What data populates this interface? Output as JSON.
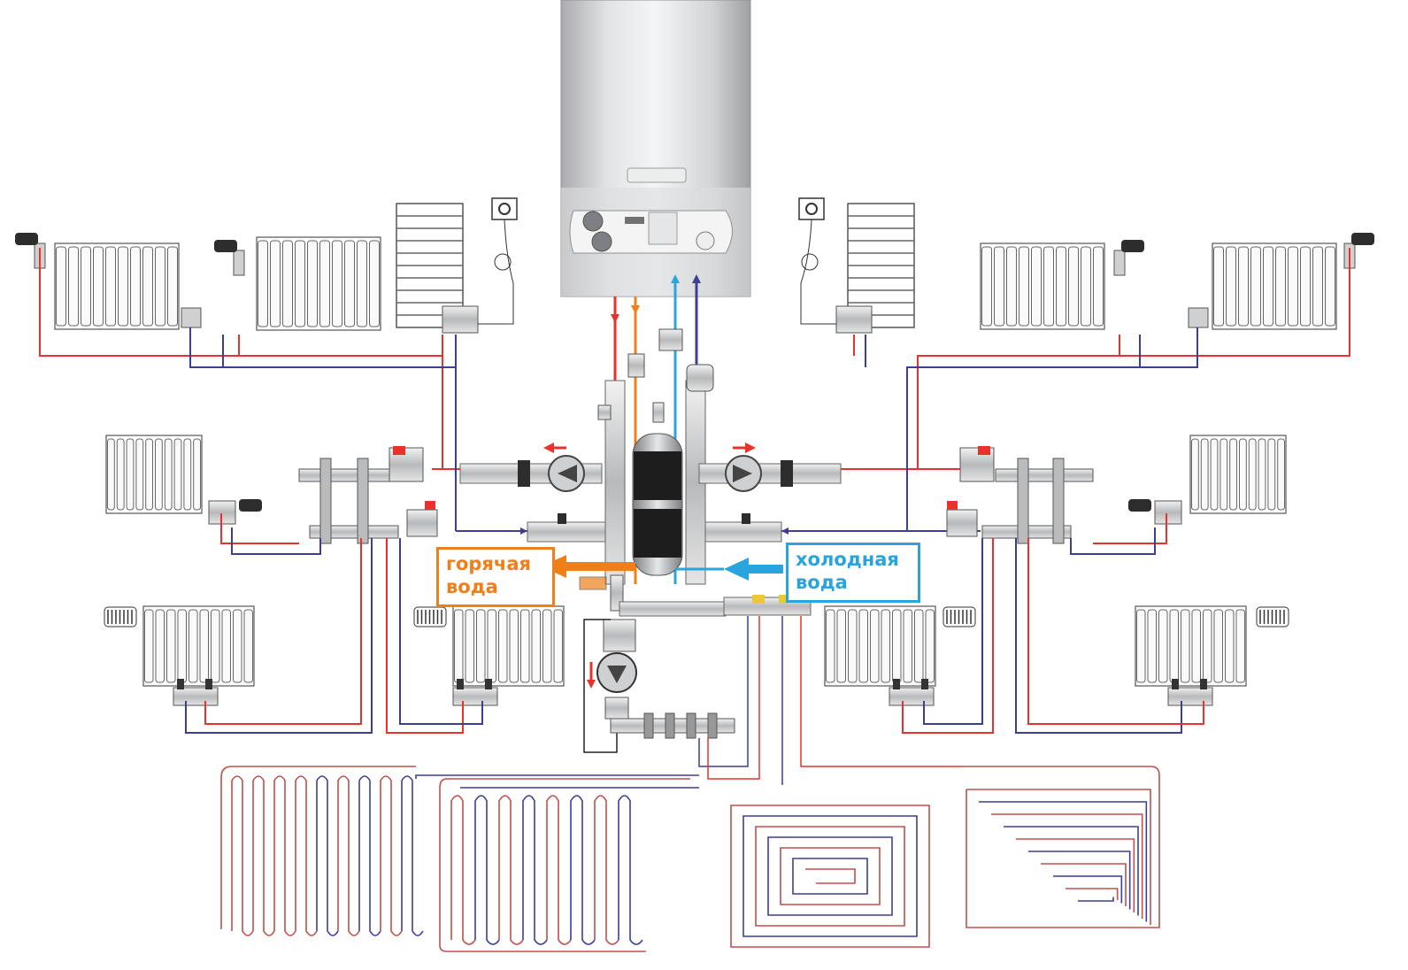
{
  "labels": {
    "hot_water": [
      "горячая",
      "вода"
    ],
    "cold_water": [
      "холодная",
      "вода"
    ]
  },
  "colors": {
    "supply_pipe": "#e8322b",
    "return_pipe": "#3d3f95",
    "hot_water": "#ef7f1a",
    "cold_water": "#2aa4dc",
    "boiler_body": "#c5c7c9"
  },
  "components": [
    "boiler",
    "hydraulic-separator",
    "circulation-pump-left",
    "circulation-pump-right",
    "circulation-pump-underfloor",
    "manifold-left",
    "manifold-right",
    "manifold-underfloor",
    "radiator",
    "towel-rail",
    "room-thermostat",
    "underfloor-heating-loop"
  ]
}
